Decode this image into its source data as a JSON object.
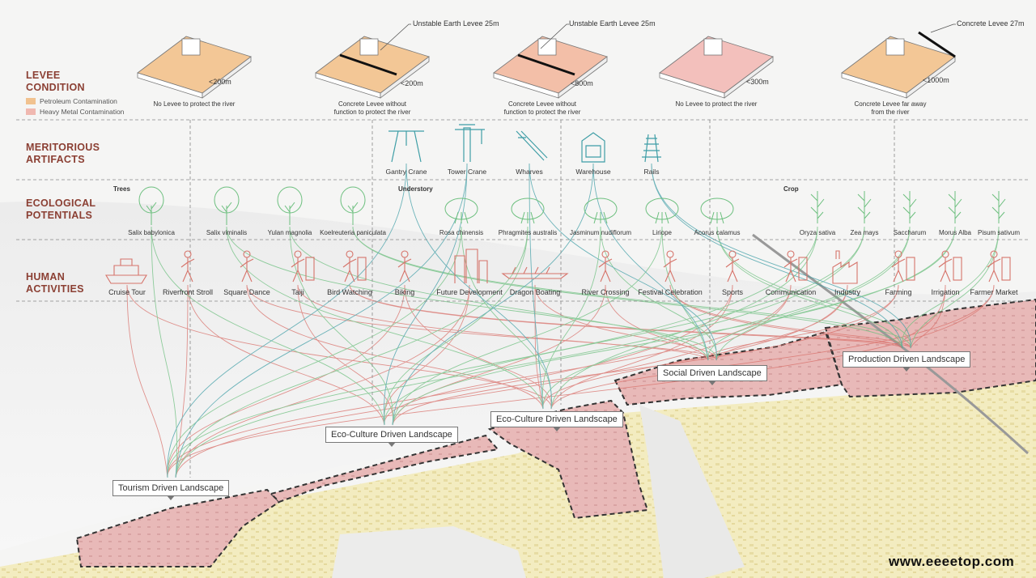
{
  "sections": {
    "levee_condition": "LEVEE\nCONDITION",
    "meritorious_artifacts": "MERITORIOUS\nARTIFACTS",
    "ecological_potentials": "ECOLOGICAL\nPOTENTIALS",
    "human_activities": "HUMAN\nACTIVITIES"
  },
  "legend": [
    {
      "label": "Petroleum Contamination",
      "color": "#f1c28f"
    },
    {
      "label": "Heavy Metal Contamination",
      "color": "#f0b8b0"
    }
  ],
  "levees": [
    {
      "note": "",
      "distance": "<200m",
      "caption": "No Levee to protect the river"
    },
    {
      "note": "Unstable Earth Levee 25m",
      "distance": "<200m",
      "caption": "Concrete Levee without\nfunction to protect the river"
    },
    {
      "note": "Unstable Earth Levee 25m",
      "distance": "<800m",
      "caption": "Concrete Levee without\nfunction to protect the river"
    },
    {
      "note": "",
      "distance": "<300m",
      "caption": "No Levee to protect the river"
    },
    {
      "note": "Concrete Levee 27m",
      "distance": "<1000m",
      "caption": "Concrete Levee far away\nfrom the river"
    }
  ],
  "artifacts": [
    "Gantry Crane",
    "Tower Crane",
    "Wharves",
    "Warehouse",
    "Rails"
  ],
  "eco_groups": {
    "trees": "Trees",
    "understory": "Understory",
    "crop": "Crop"
  },
  "plants": [
    "Salix babylonica",
    "Salix viminalis",
    "Yulan magnolia",
    "Koelreuteria paniculata",
    "Rosa chinensis",
    "Phragmites australis",
    "Jasminum nudiflorum",
    "Liriope",
    "Acorus calamus",
    "Oryza sativa",
    "Zea mays",
    "Saccharum",
    "Morus Alba",
    "Pisum sativum"
  ],
  "activities": [
    "Cruise Tour",
    "Riverfront Stroll",
    "Square Dance",
    "Taiji",
    "Bird Watching",
    "Biking",
    "Future Development",
    "Dragon Boating",
    "River Crossing",
    "Festival Celebration",
    "Sports",
    "Communication",
    "Industry",
    "Farming",
    "Irrigation",
    "Farmer Market"
  ],
  "landscapes": [
    "Tourism Driven Landscape",
    "Eco-Culture Driven Landscape",
    "Eco-Culture Driven Landscape",
    "Social Driven Landscape",
    "Production Driven Landscape"
  ],
  "watermark": "www.eeeetop.com",
  "colors": {
    "title": "#8b3f33",
    "artifact": "#3f9ea6",
    "plant": "#6cbf7e",
    "activity": "#d6736a",
    "zone": "#e7b7b7",
    "land": "#f3ecc0"
  }
}
